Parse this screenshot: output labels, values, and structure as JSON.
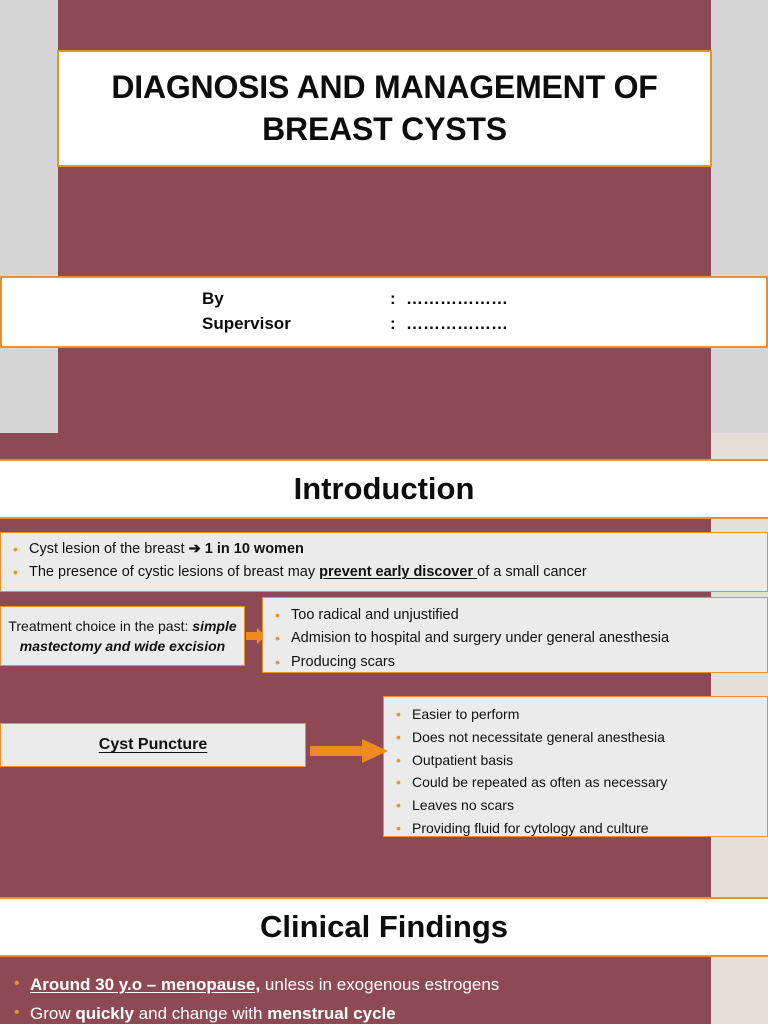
{
  "theme": {
    "maroon": "#8d4a55",
    "orange": "#e8922c",
    "panel_gray": "#ebebeb",
    "page_gray": "#d6d6d6",
    "beige": "#e3e0d8",
    "white": "#ffffff"
  },
  "slide1": {
    "title": "DIAGNOSIS AND MANAGEMENT OF BREAST CYSTS",
    "byline": [
      {
        "label": "By",
        "colon": ":",
        "dots": "………………"
      },
      {
        "label": "Supervisor",
        "colon": ":",
        "dots": "………………"
      }
    ]
  },
  "slide2": {
    "title": "Introduction",
    "intro_bullets": [
      {
        "parts": [
          {
            "text": "Cyst lesion of the breast ",
            "style": "normal"
          },
          {
            "text": "➔ 1 in 10 women",
            "style": "bold"
          }
        ]
      },
      {
        "parts": [
          {
            "text": "The presence of cystic lesions of breast may ",
            "style": "normal"
          },
          {
            "text": "prevent early discover ",
            "style": "bold-underline"
          },
          {
            "text": "of a small cancer",
            "style": "normal"
          }
        ]
      }
    ],
    "past_treatment": {
      "lead": "Treatment choice in the past: ",
      "emphasis": "simple mastectomy and wide excision",
      "arrow_icon": "right-arrow-icon",
      "consequences": [
        "Too radical and unjustified",
        "Admision to hospital and surgery under general anesthesia",
        "Producing scars"
      ]
    },
    "cyst_puncture": {
      "label": "Cyst Puncture",
      "arrow_icon": "right-arrow-icon",
      "advantages": [
        "Easier to perform",
        "Does not necessitate general anesthesia",
        "Outpatient basis",
        "Could be repeated as often as necessary",
        "Leaves no scars",
        "Providing fluid for cytology and culture"
      ]
    }
  },
  "slide3": {
    "title": "Clinical Findings",
    "bullets": [
      {
        "parts": [
          {
            "text": "Around 30 y.o – menopause,",
            "style": "bold-underline"
          },
          {
            "text": " unless in exogenous estrogens",
            "style": "normal"
          }
        ]
      },
      {
        "parts": [
          {
            "text": "Grow ",
            "style": "normal"
          },
          {
            "text": "quickly",
            "style": "bold"
          },
          {
            "text": " and change with ",
            "style": "normal"
          },
          {
            "text": "menstrual cycle",
            "style": "bold"
          }
        ]
      }
    ]
  }
}
